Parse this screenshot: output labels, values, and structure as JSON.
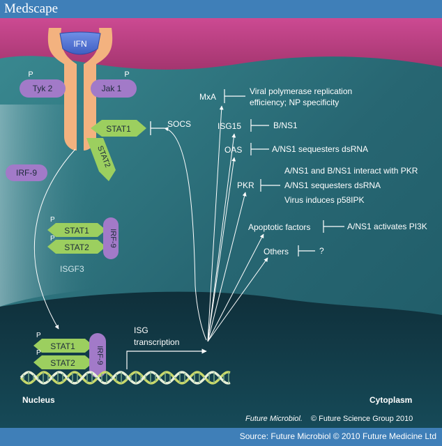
{
  "header": {
    "logo": "Medscape"
  },
  "footer": {
    "source": "Source: Future Microbiol © 2010 Future Medicine Ltd"
  },
  "colors": {
    "membrane": "#c8448c",
    "cytoplasm": "#2f7480",
    "nucleus": "#113844",
    "receptor": "#f3b27f",
    "stat": "#9ccf5f",
    "kinase": "#a27ac8",
    "banner": "#3f7fb8"
  },
  "diagram": {
    "ifn": "IFN",
    "tyk2": "Tyk 2",
    "jak1": "Jak 1",
    "p": "P",
    "stat1": "STAT1",
    "stat2": "STAT2",
    "socs": "SOCS",
    "irf9": "IRF-9",
    "isgf3": "ISGF3",
    "isg_line1": "ISG",
    "isg_line2": "transcription",
    "nucleus": "Nucleus",
    "cytoplasm": "Cytoplasm",
    "citation_journal": "Future Microbiol.",
    "citation_rest": "© Future Science Group 2010",
    "effectors": {
      "mxa": "MxA",
      "mxa_viral_1": "Viral polymerase replication",
      "mxa_viral_2": "efficiency; NP specificity",
      "isg15": "ISG15",
      "isg15_viral": "B/NS1",
      "oas": "OAS",
      "oas_viral": "A/NS1 sequesters dsRNA",
      "pkr": "PKR",
      "pkr_viral_1": "A/NS1 and B/NS1 interact with PKR",
      "pkr_viral_2": "A/NS1 sequesters dsRNA",
      "pkr_viral_3": "Virus induces p58IPK",
      "apoptotic": "Apoptotic factors",
      "apoptotic_viral": "A/NS1 activates PI3K",
      "others": "Others",
      "others_viral": "?"
    }
  }
}
